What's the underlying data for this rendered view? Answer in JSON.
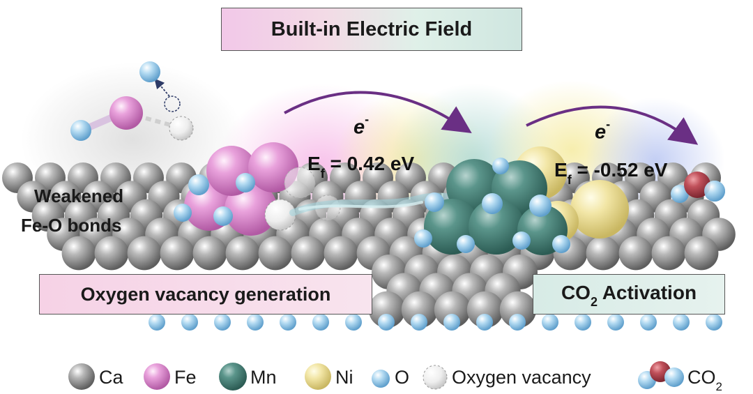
{
  "title": "Built-in Electric Field",
  "left_panel": {
    "weakened_line1": "Weakened",
    "weakened_line2": "Fe-O bonds",
    "process_label": "Oxygen vacancy generation"
  },
  "right_panel": {
    "process_label_main": "CO",
    "process_label_sub": "2",
    "process_label_tail": " Activation"
  },
  "transfer_1": {
    "electron": "e",
    "charge": "-",
    "ef_symbol": "E",
    "ef_sub": "f",
    "ef_value": " = 0.42 eV"
  },
  "transfer_2": {
    "electron": "e",
    "charge": "-",
    "ef_symbol": "E",
    "ef_sub": "f",
    "ef_value": " = -0.52 eV"
  },
  "legend": [
    {
      "label": "Ca",
      "color": "#8c8c8c"
    },
    {
      "label": "Fe",
      "color": "#e07fd0"
    },
    {
      "label": "Mn",
      "color": "#3f7d73"
    },
    {
      "label": "Ni",
      "color": "#ede08e"
    },
    {
      "label": "O",
      "color": "#8ec4e8"
    },
    {
      "label": "Oxygen vacancy",
      "color": "#e8e8e8"
    },
    {
      "label": "CO",
      "sub": "2",
      "color": "#b8454f"
    }
  ],
  "colors": {
    "arrow": "#6a2f84",
    "ca": "#8c8c8c",
    "fe": "#e07fd0",
    "mn": "#3f7d73",
    "ni": "#ede08e",
    "o": "#8ec4e8",
    "carbon": "#b8454f"
  }
}
